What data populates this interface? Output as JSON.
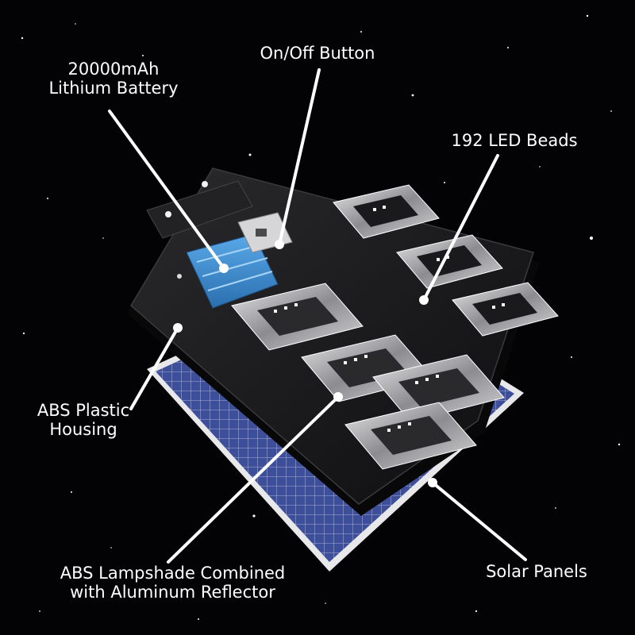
{
  "labels": {
    "battery": {
      "line1": "20000mAh",
      "line2": "Lithium Battery"
    },
    "button": "On/Off Button",
    "led": "192 LED Beads",
    "housing": {
      "line1": "ABS Plastic",
      "line2": "Housing"
    },
    "lampshade": {
      "line1": "ABS Lampshade Combined",
      "line2": "with Aluminum Reflector"
    },
    "solar": "Solar Panels"
  },
  "colors": {
    "background": "#030306",
    "housing": "#1c1c1e",
    "battery": "#3a8fd4",
    "solar_cell": "#3d4f9a",
    "indicator": "#e03a3a",
    "leader": "#ffffff",
    "text": "#ffffff"
  }
}
